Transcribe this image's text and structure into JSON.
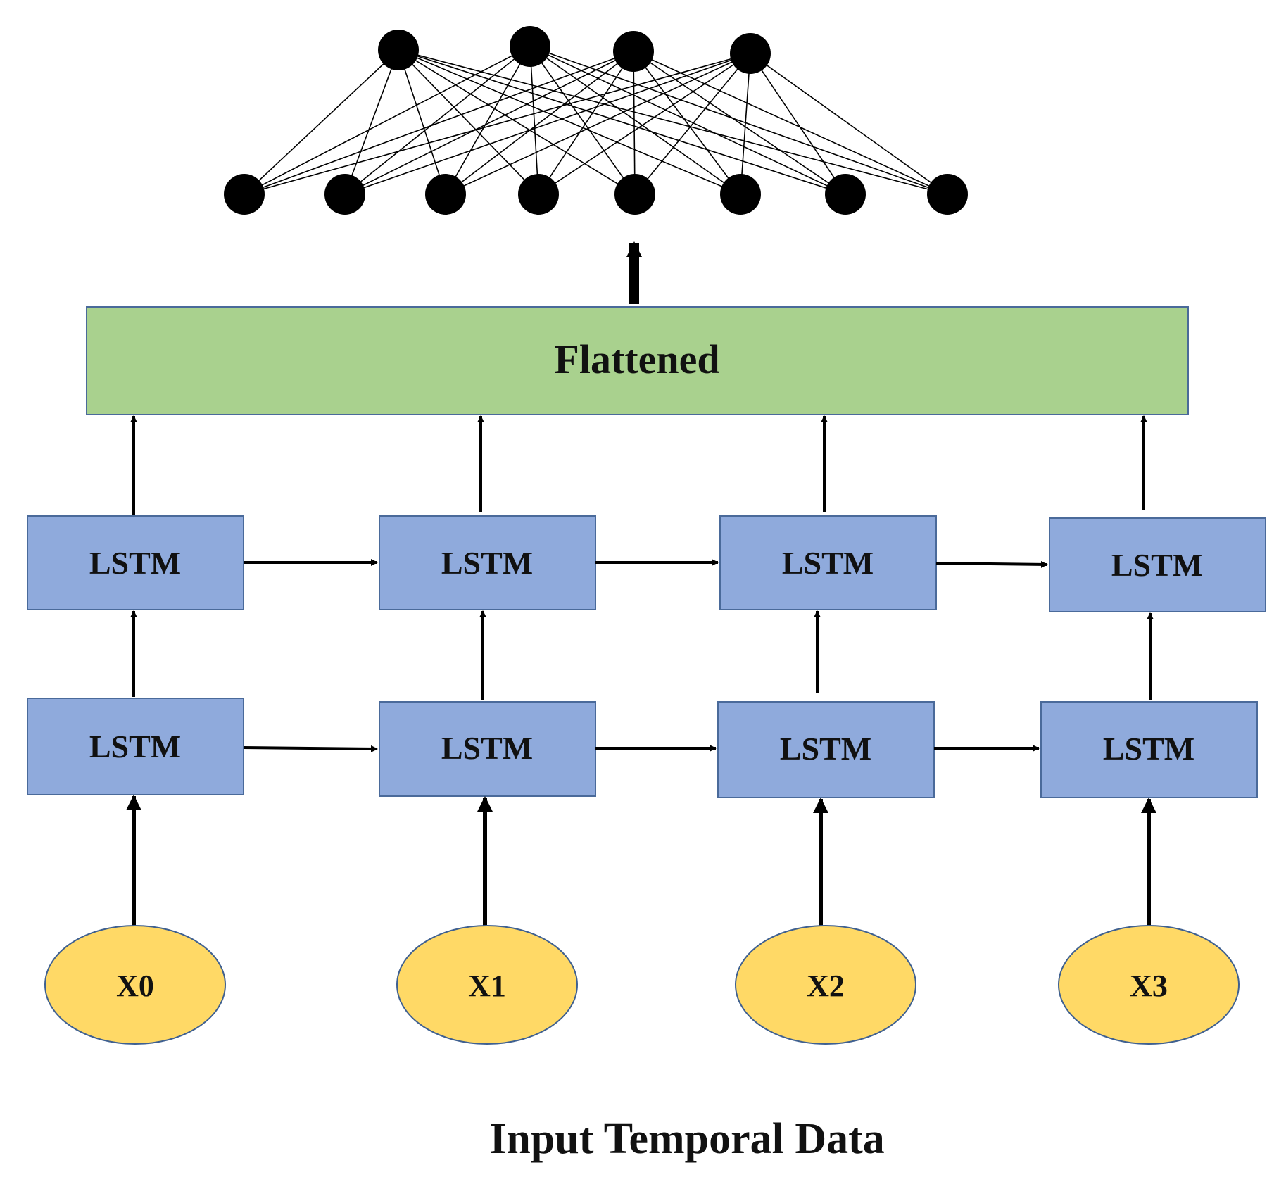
{
  "diagram": {
    "dense_top_count": 4,
    "dense_bottom_count": 8,
    "flatten_label": "Flattened",
    "lstm_upper": [
      "LSTM",
      "LSTM",
      "LSTM",
      "LSTM"
    ],
    "lstm_lower": [
      "LSTM",
      "LSTM",
      "LSTM",
      "LSTM"
    ],
    "inputs": [
      "X0",
      "X1",
      "X2",
      "X3"
    ],
    "caption": "Input Temporal Data"
  },
  "colors": {
    "lstm_fill": "#8faadc",
    "lstm_stroke": "#4a6a9a",
    "flatten_fill": "#a9d18e",
    "flatten_stroke": "#4a6a9a",
    "input_fill": "#ffd966",
    "input_stroke": "#3f6090",
    "node_fill": "#000000",
    "line": "#000000"
  }
}
